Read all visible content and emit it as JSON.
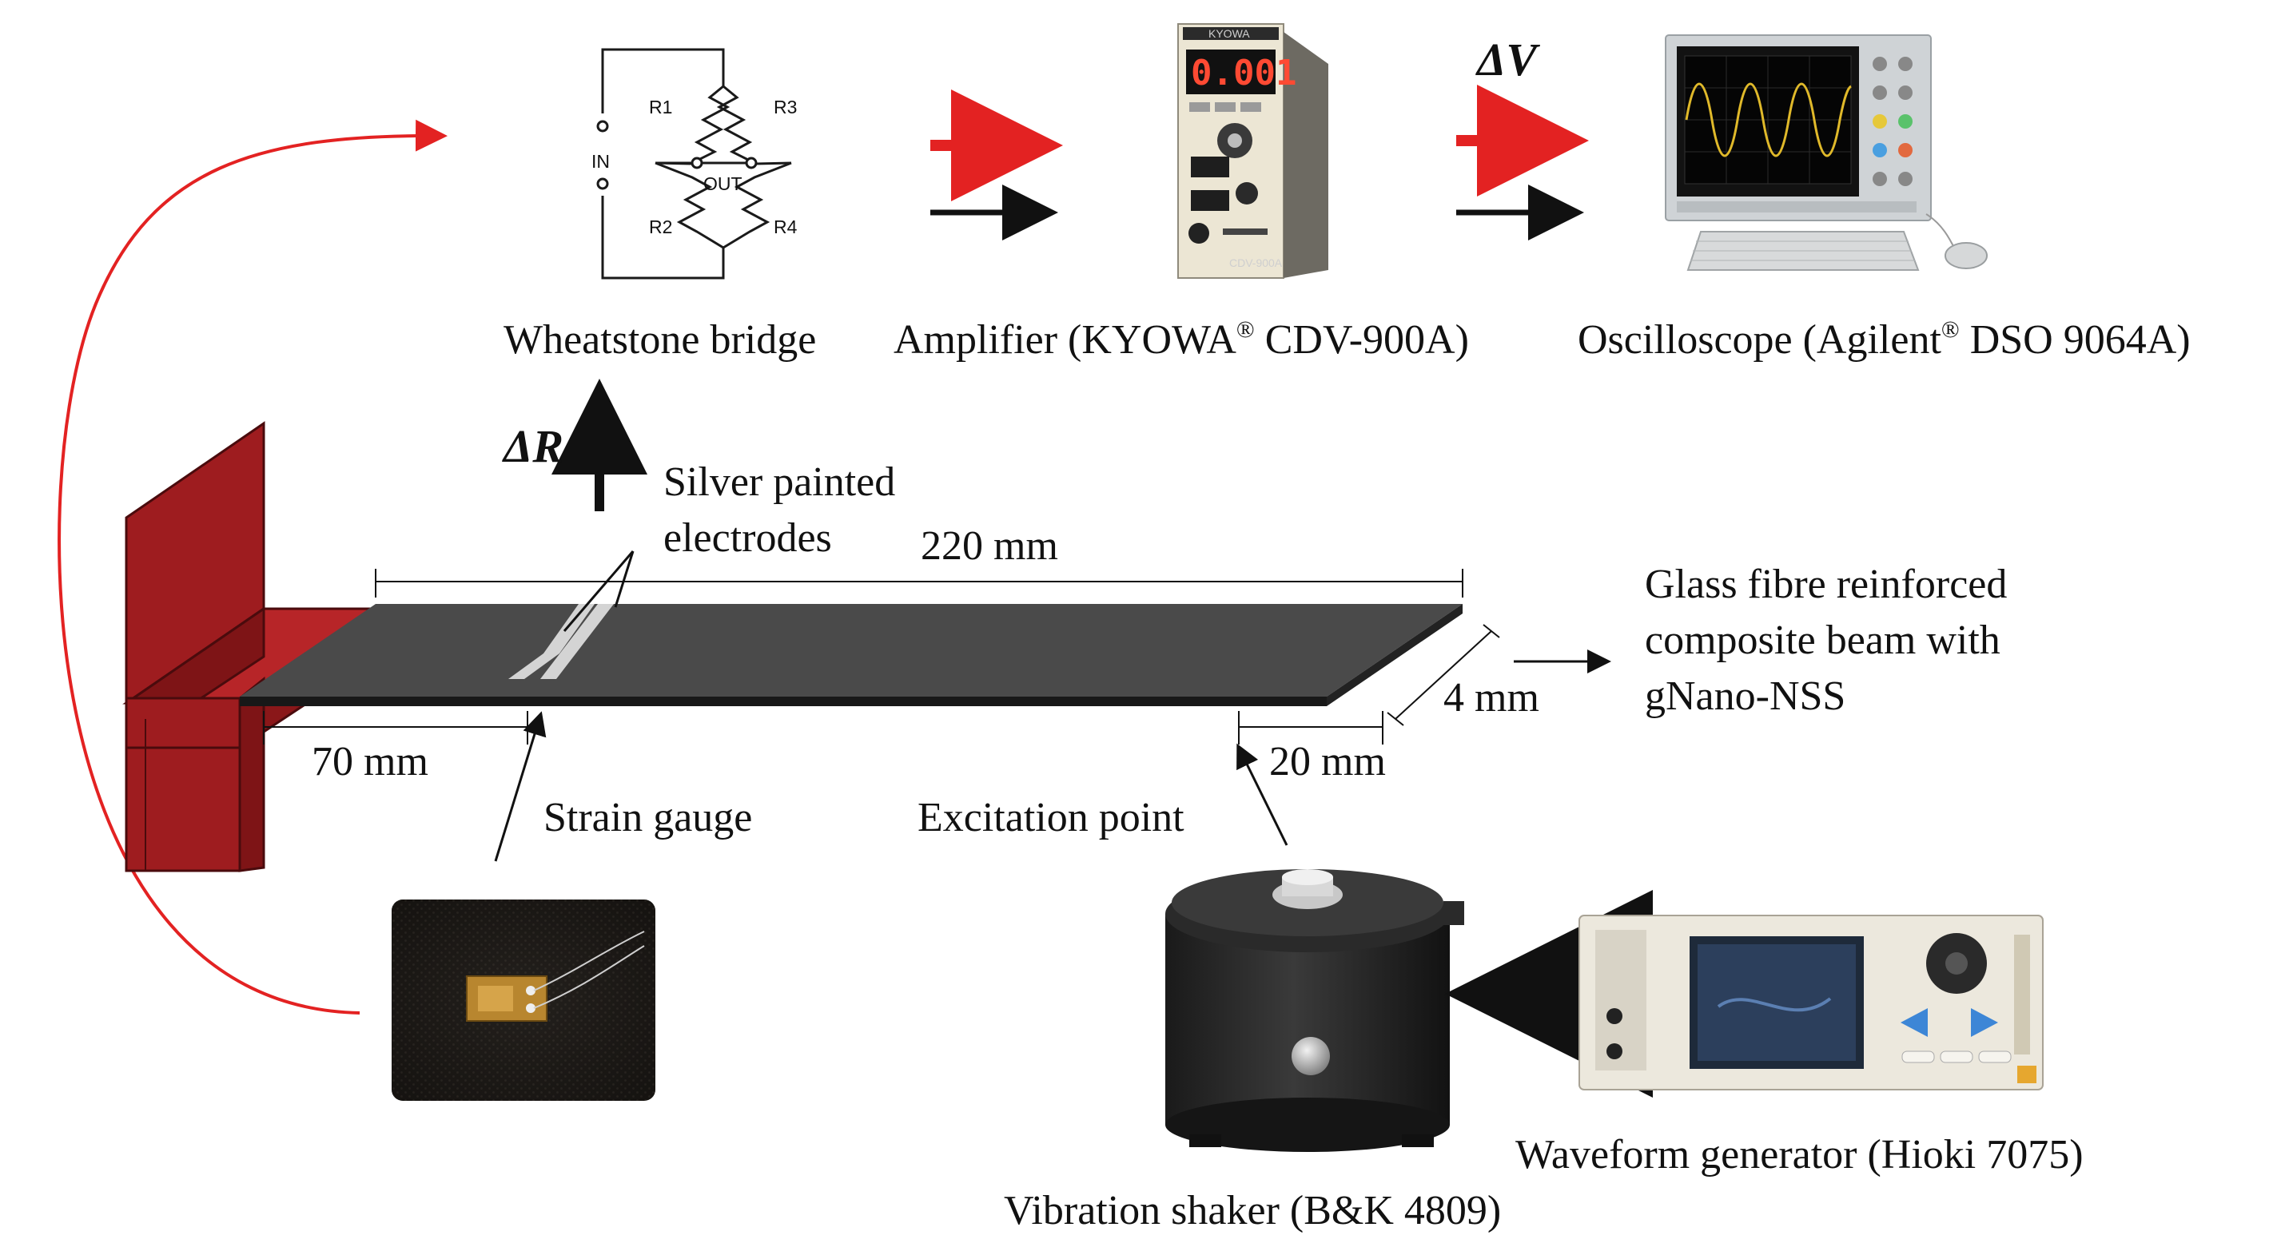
{
  "labels": {
    "wheatstone_bridge": "Wheatstone bridge",
    "amplifier_prefix": "Amplifier (KYOWA",
    "amplifier_suffix": " CDV-900A)",
    "oscilloscope_prefix": "Oscilloscope (Agilent",
    "oscilloscope_suffix": " DSO 9064A)",
    "registered_mark": "®",
    "delta_v": "ΔV",
    "delta_r": "ΔR",
    "silver_electrodes_line1": "Silver painted",
    "silver_electrodes_line2": "electrodes",
    "beam_length": "220 mm",
    "composite_line1": "Glass fibre reinforced",
    "composite_line2": "composite beam with",
    "composite_line3": "gNano-NSS",
    "thickness": "4 mm",
    "gauge_position": "70 mm",
    "excitation_offset": "20 mm",
    "strain_gauge": "Strain gauge",
    "excitation_point": "Excitation point",
    "waveform_generator": "Waveform generator (Hioki 7075)",
    "vibration_shaker": "Vibration shaker (B&K 4809)"
  },
  "bridge": {
    "r1": "R1",
    "r2": "R2",
    "r3": "R3",
    "r4": "R4",
    "in": "IN",
    "out": "OUT"
  },
  "devices": {
    "amplifier_brand": "KYOWA",
    "amplifier_display": "0.001",
    "amplifier_model": "CDV-900A"
  },
  "colors": {
    "clamp": "#9e1c1f",
    "beam": "#3a3a3a",
    "signal_arrow_red": "#e32222",
    "signal_arrow_black": "#111111",
    "sine_trace": "#e0b92a"
  }
}
